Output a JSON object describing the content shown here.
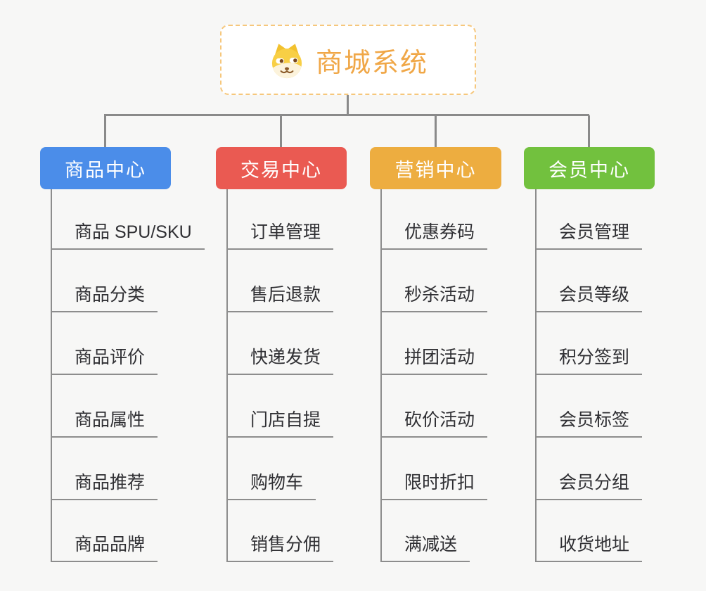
{
  "canvas": {
    "background_color": "#f7f7f6",
    "connector_color": "#8a8a8a",
    "underline_color": "#8d8d8d",
    "item_text_color": "#2f2f33"
  },
  "root": {
    "title": "商城系统",
    "icon": "dog-face-icon",
    "text_color": "#f0a747",
    "border_color": "#f6c77c",
    "background_color": "#ffffff"
  },
  "branches": [
    {
      "label": "商品中心",
      "color": "#4b8de9",
      "items": [
        "商品 SPU/SKU",
        "商品分类",
        "商品评价",
        "商品属性",
        "商品推荐",
        "商品品牌"
      ]
    },
    {
      "label": "交易中心",
      "color": "#ea5a52",
      "items": [
        "订单管理",
        "售后退款",
        "快递发货",
        "门店自提",
        "购物车",
        "销售分佣"
      ]
    },
    {
      "label": "营销中心",
      "color": "#edad40",
      "items": [
        "优惠券码",
        "秒杀活动",
        "拼团活动",
        "砍价活动",
        "限时折扣",
        "满减送"
      ]
    },
    {
      "label": "会员中心",
      "color": "#72c13e",
      "items": [
        "会员管理",
        "会员等级",
        "积分签到",
        "会员标签",
        "会员分组",
        "收货地址"
      ]
    }
  ]
}
